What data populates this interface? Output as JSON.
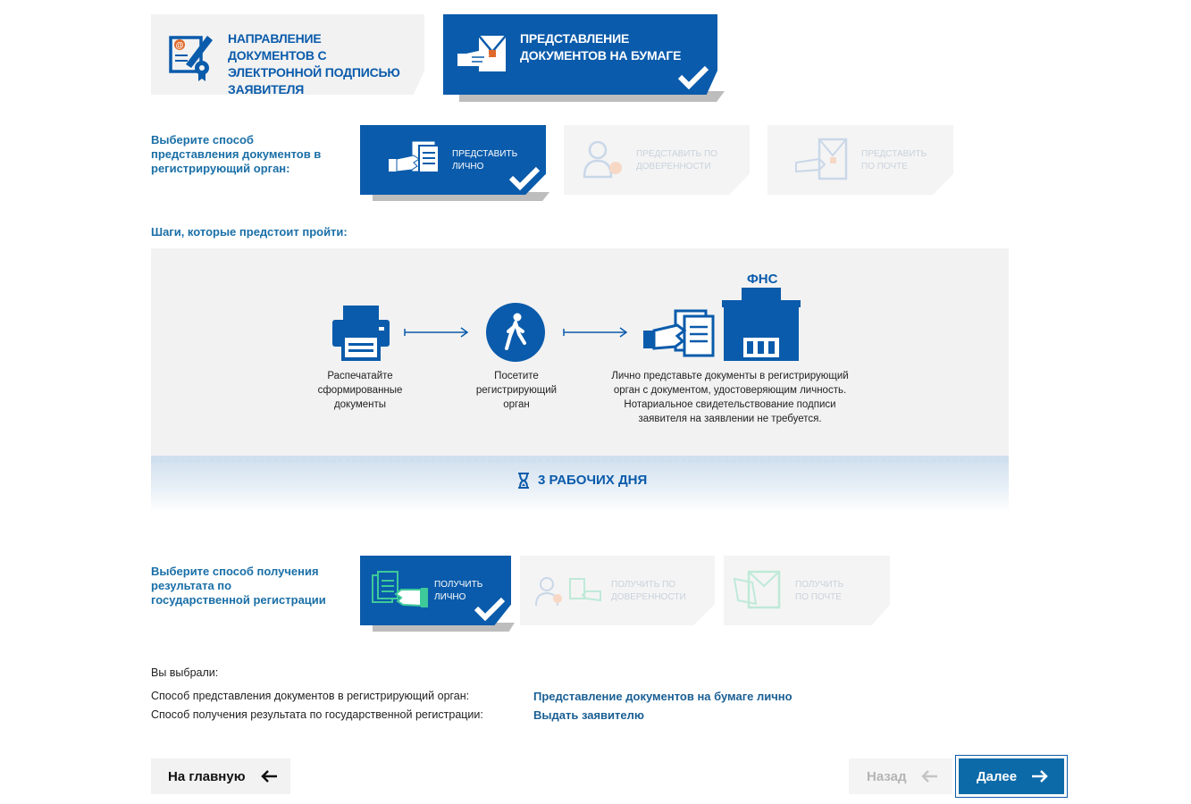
{
  "submission_types": [
    {
      "label": "Направление документов с электронной подписью заявителя",
      "icon": "electronic-signature-icon",
      "selected": false
    },
    {
      "label": "Представление документов на бумаге",
      "icon": "paper-documents-icon",
      "selected": true
    }
  ],
  "submit_method": {
    "prompt": "Выберите способ представления документов в регистрирующий орган:",
    "options": [
      {
        "label": "Представить лично",
        "icon": "hand-document-icon",
        "selected": true
      },
      {
        "label": "Представить по доверенности",
        "icon": "proxy-person-icon",
        "selected": false
      },
      {
        "label": "Представить по почте",
        "icon": "mail-icon",
        "selected": false
      }
    ]
  },
  "steps_heading": "Шаги, которые предстоит пройти:",
  "steps": [
    {
      "text": "Распечатайте сформированные документы",
      "icon": "printer-icon"
    },
    {
      "text": "Посетите регистрирующий орган",
      "icon": "walking-person-icon"
    },
    {
      "text": "Лично представьте документы в регистрирующий орган с документом, удостоверяющим личность. Нотариальное свидетельствование подписи заявителя на заявлении не требуется.",
      "icon": "hand-document-icon"
    }
  ],
  "fns_label": "ФНС",
  "duration": "3 рабочих дня",
  "receive_method": {
    "prompt": "Выберите способ получения результата по государственной регистрации",
    "options": [
      {
        "label": "Получить лично",
        "icon": "receive-document-icon",
        "selected": true
      },
      {
        "label": "Получить по доверенности",
        "icon": "proxy-person-icon",
        "selected": false
      },
      {
        "label": "Получить по почте",
        "icon": "mail-icon",
        "selected": false
      }
    ]
  },
  "summary": {
    "heading": "Вы выбрали:",
    "rows": [
      {
        "label": "Способ представления документов в регистрирующий орган:",
        "value": "Представление документов на бумаге лично"
      },
      {
        "label": "Способ получения результата по государственной регистрации:",
        "value": "Выдать заявителю"
      }
    ]
  },
  "buttons": {
    "home": "На главную",
    "back": "Назад",
    "next": "Далее"
  },
  "colors": {
    "primary": "#0a5bab",
    "link": "#1a6fa7",
    "panel": "#f2f2f2"
  }
}
